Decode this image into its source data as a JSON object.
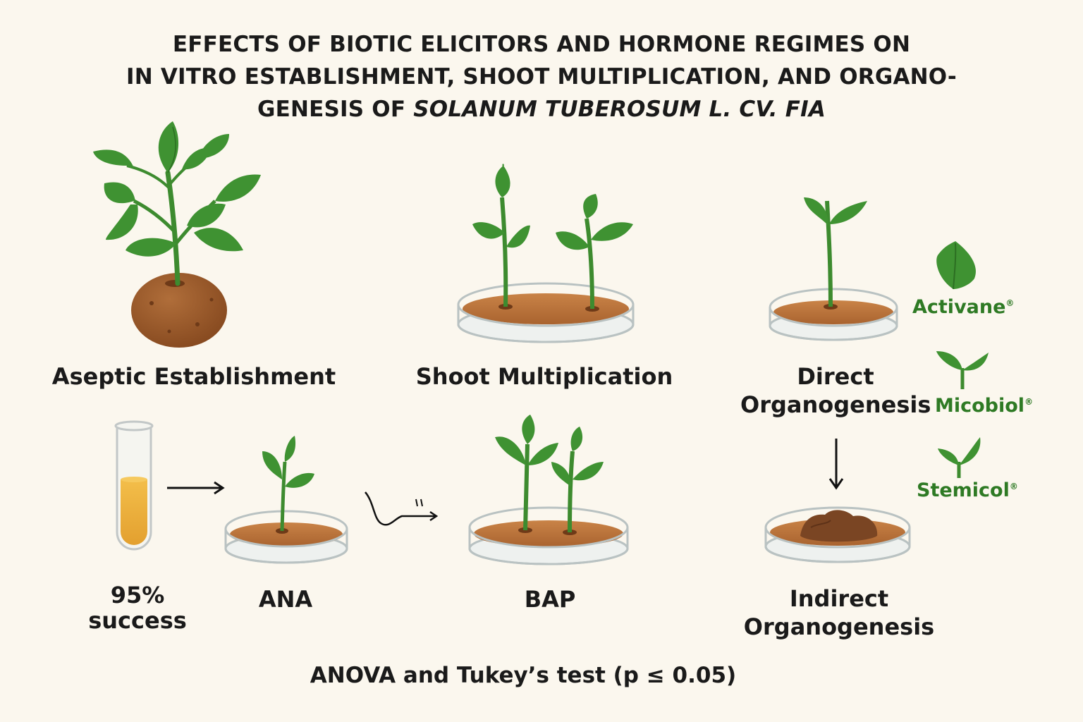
{
  "title": {
    "line1": "EFFECTS OF BIOTIC ELICITORS AND HORMONE REGIMES ON",
    "line2": "IN VITRO ESTABLISHMENT, SHOOT MULTIPLICATION, AND ORGANO-",
    "line3_prefix": "GENESIS OF ",
    "line3_italic": "SOLANUM TUBEROSUM L. CV. FIA"
  },
  "stages": {
    "aseptic": "Aseptic Establishment",
    "shoot": "Shoot Multiplication",
    "direct_line1": "Direct",
    "direct_line2": "Organogenesis",
    "indirect_line1": "Indirect",
    "indirect_line2": "Organogenesis"
  },
  "treatments": {
    "success_value": "95%",
    "success_label": "success",
    "auxin": "ANA",
    "cytokinin": "BAP"
  },
  "elicitors": [
    {
      "name": "Activane",
      "mark": "®"
    },
    {
      "name": "Micobiol",
      "mark": "®"
    },
    {
      "name": "Stemicol",
      "mark": "®"
    }
  ],
  "statistics": "ANOVA and Tukey’s test (p ≤ 0.05)",
  "colors": {
    "leaf": "#3f9232",
    "leaf_dark": "#2c6e22",
    "stem": "#3d8b2f",
    "soil": "#b8703e",
    "potato": "#9a5a2e",
    "dish_edge": "#b9c2c2",
    "medium": "#e8a93a"
  }
}
